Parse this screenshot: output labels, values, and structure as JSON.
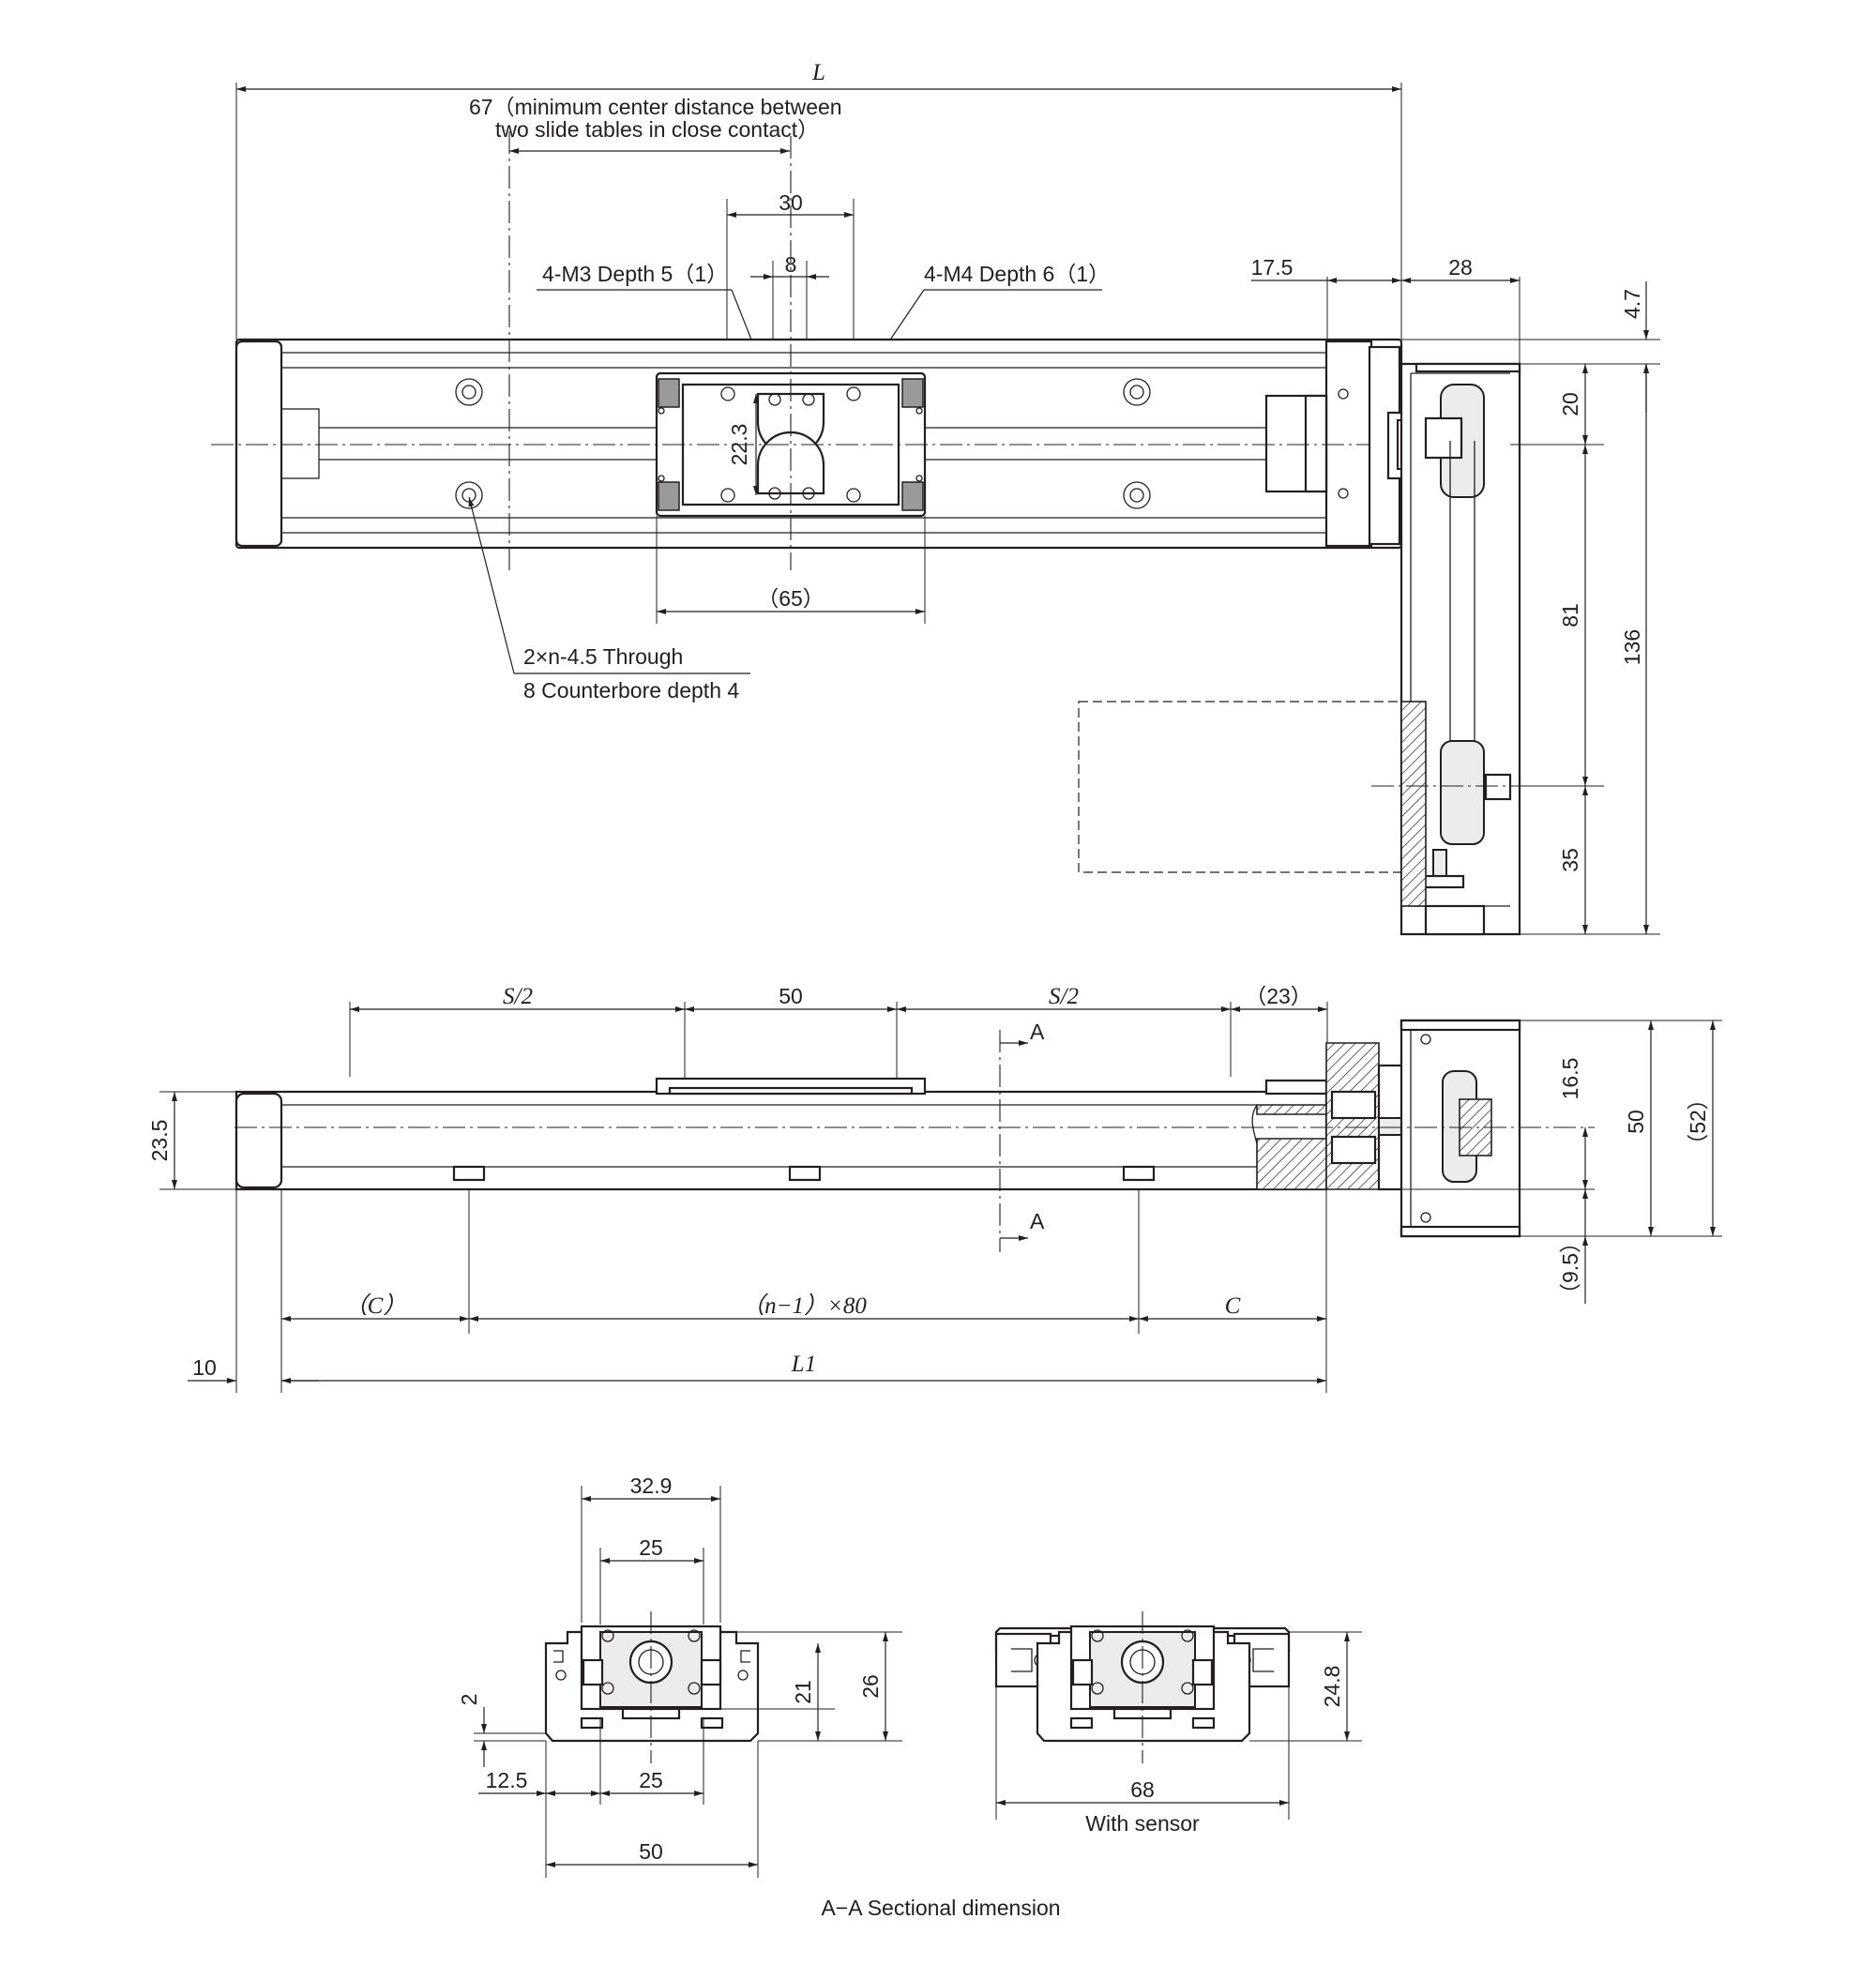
{
  "labels": {
    "L": "L",
    "min_center": "67（minimum center distance between",
    "min_center_2": "two slide tables in close contact）",
    "d30": "30",
    "d8": "8",
    "m3": "4-M3 Depth 5（1）",
    "m4": "4-M4 Depth 6（1）",
    "d22_3": "22.3",
    "d65": "（65）",
    "through": "2×n-4.5 Through",
    "counterbore": "8 Counterbore depth 4",
    "d17_5": "17.5",
    "d28": "28",
    "d4_7": "4.7",
    "d20": "20",
    "d81": "81",
    "d136": "136",
    "d35": "35",
    "s2_left": "S/2",
    "d50_top": "50",
    "s2_right": "S/2",
    "d23": "（23）",
    "sec_A_top": "A",
    "sec_A_bottom": "A",
    "d23_5": "23.5",
    "d16_5": "16.5",
    "d50_side": "50",
    "d52": "（52）",
    "d9_5": "（9.5）",
    "c_left": "（C）",
    "pitch": "（n−1）×80",
    "c_right": "C",
    "d10": "10",
    "L1": "L1",
    "d32_9": "32.9",
    "d25_top": "25",
    "d2": "2",
    "d21": "21",
    "d26": "26",
    "d12_5": "12.5",
    "d25_bottom": "25",
    "d50_bottom": "50",
    "d24_8": "24.8",
    "d68": "68",
    "with_sensor": "With sensor",
    "section_title": "A−A Sectional dimension"
  }
}
